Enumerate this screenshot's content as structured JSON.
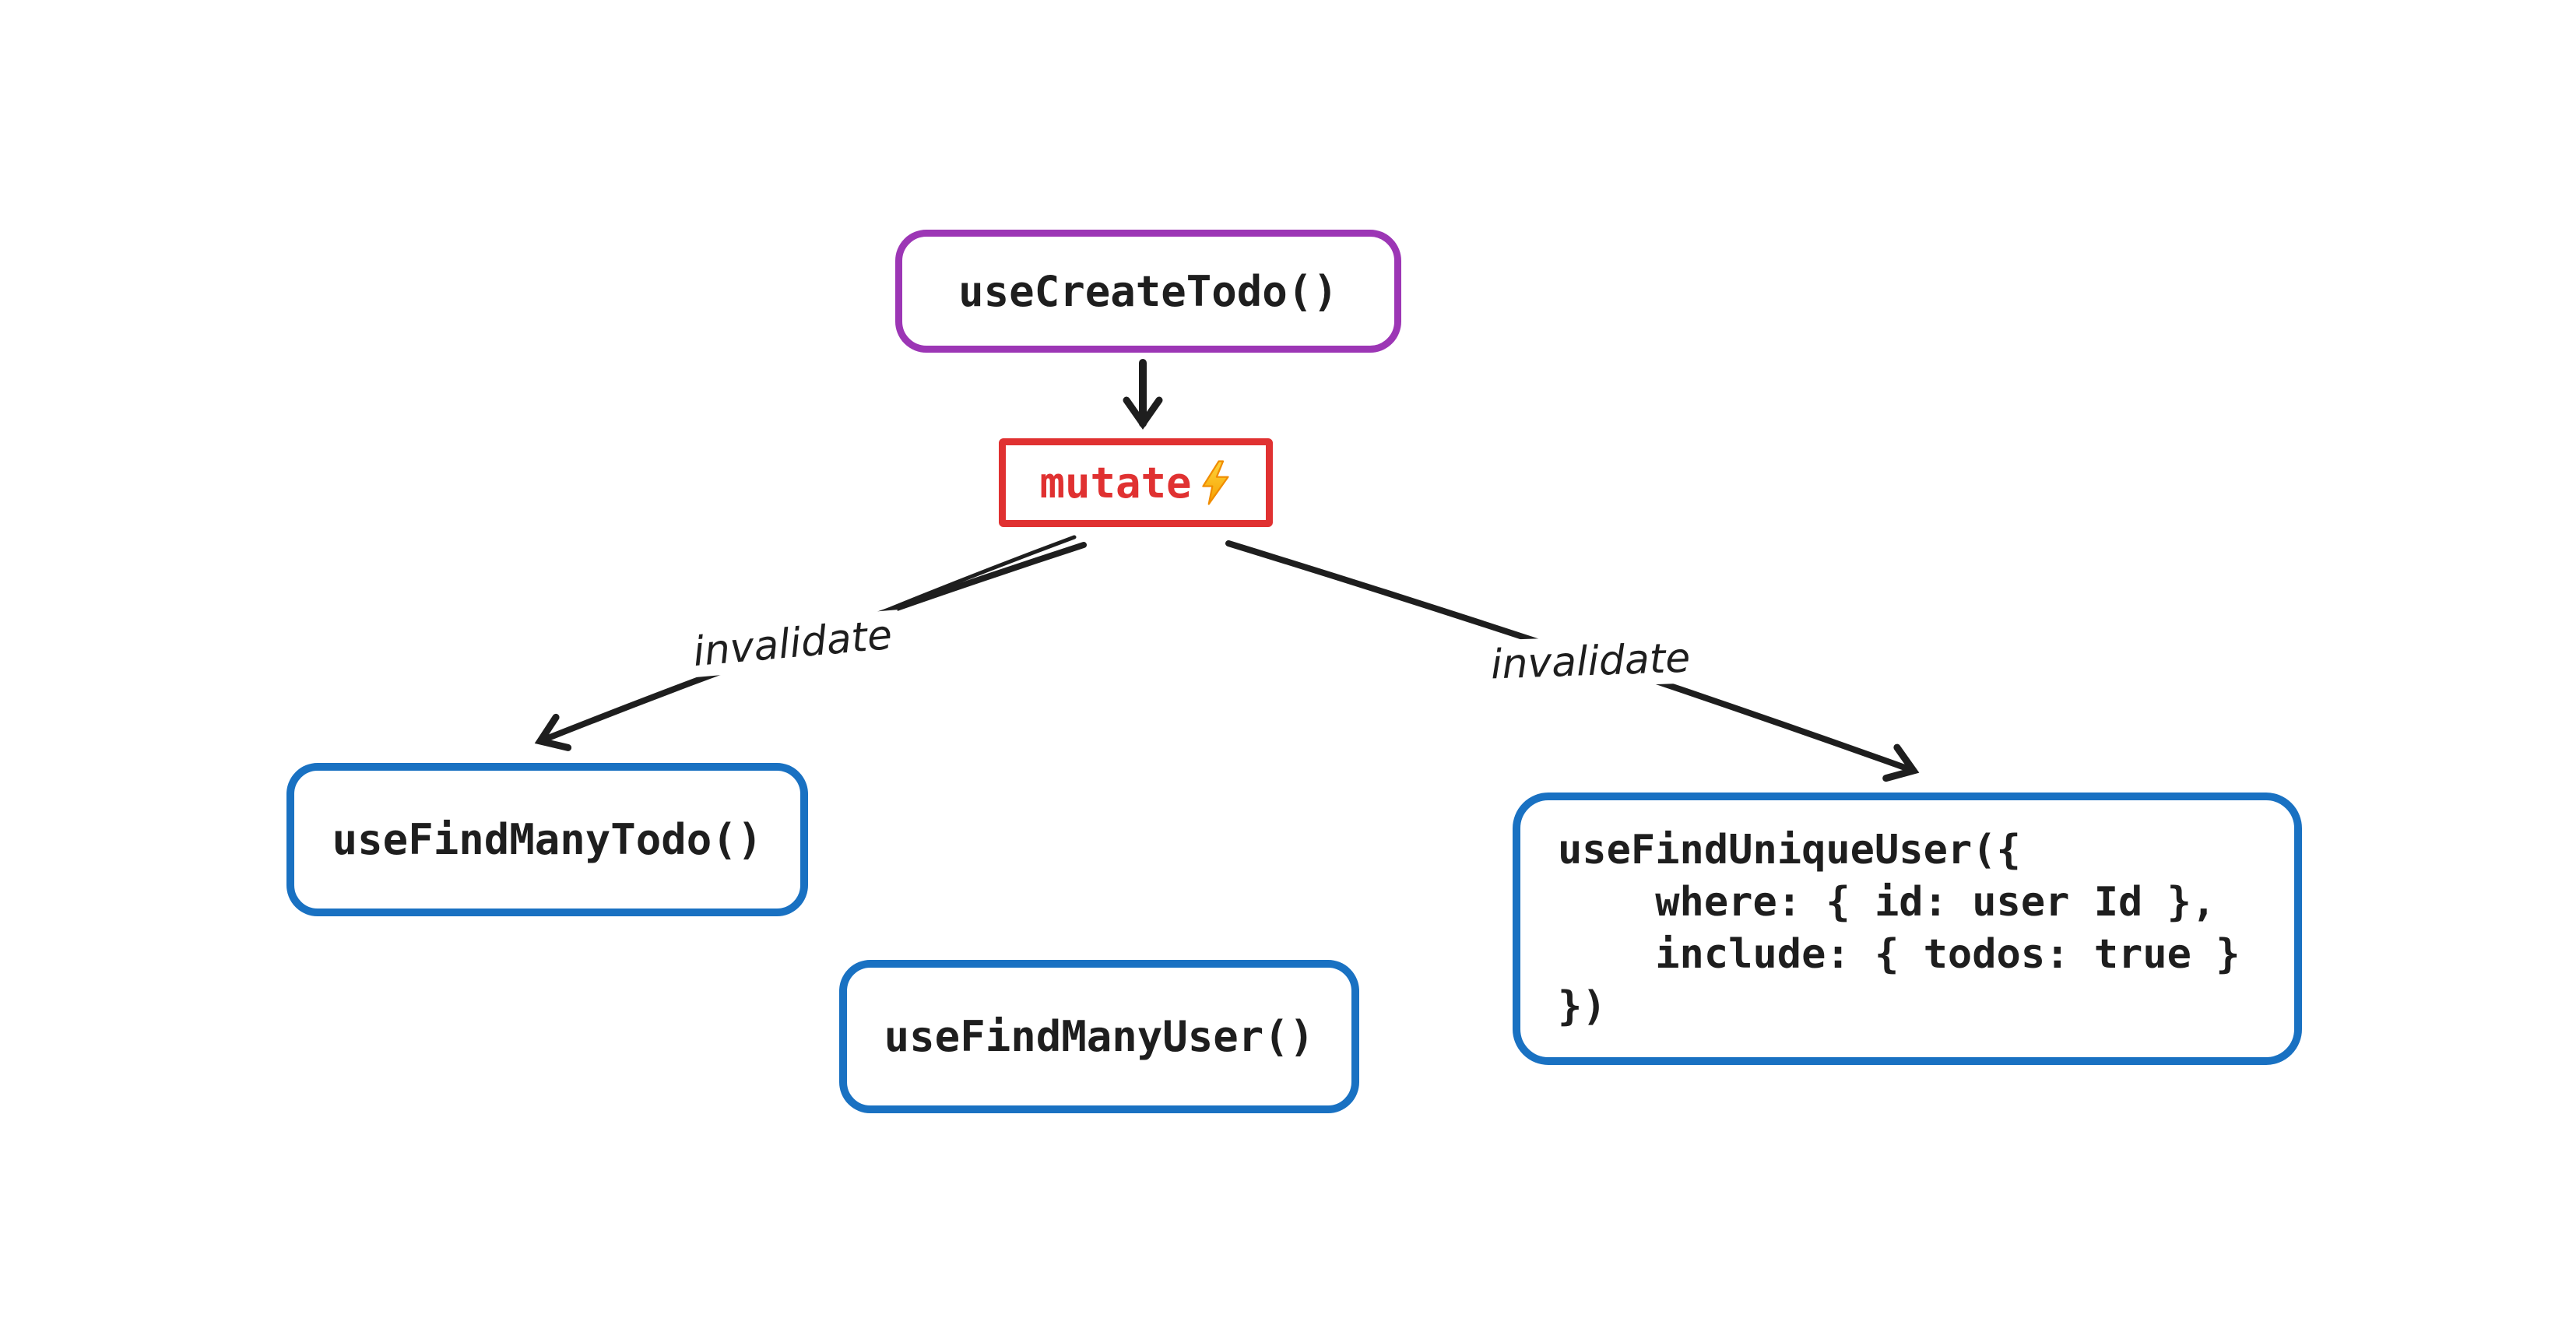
{
  "diagram": {
    "background_color": "#ffffff",
    "nodes": {
      "use_create_todo": {
        "label": "useCreateTodo()",
        "border_color": "#9c36b5",
        "text_color": "#1e1e1e",
        "shape": "rounded-rectangle"
      },
      "mutate": {
        "label": "mutate",
        "icon": "lightning-icon",
        "border_color": "#e03131",
        "text_color": "#e03131",
        "shape": "rectangle"
      },
      "use_find_many_todo": {
        "label": "useFindManyTodo()",
        "border_color": "#1971c2",
        "text_color": "#1e1e1e",
        "shape": "rounded-rectangle"
      },
      "use_find_many_user": {
        "label": "useFindManyUser()",
        "border_color": "#1971c2",
        "text_color": "#1e1e1e",
        "shape": "rounded-rectangle"
      },
      "use_find_unique_user": {
        "border_color": "#1971c2",
        "text_color": "#1e1e1e",
        "shape": "rounded-rectangle",
        "code_lines": [
          "useFindUniqueUser({",
          "    where: { id: user Id },",
          "    include: { todos: true }",
          "})"
        ]
      }
    },
    "edges": {
      "create_to_mutate": {
        "from": "use_create_todo",
        "to": "mutate",
        "label": ""
      },
      "mutate_to_find_many_todo": {
        "from": "mutate",
        "to": "use_find_many_todo",
        "label": "invalidate"
      },
      "mutate_to_find_unique_user": {
        "from": "mutate",
        "to": "use_find_unique_user",
        "label": "invalidate"
      }
    },
    "colors": {
      "ink": "#1e1e1e",
      "purple": "#9c36b5",
      "red": "#e03131",
      "blue": "#1971c2",
      "bolt_fill_top": "#ffd43b",
      "bolt_fill_bottom": "#f59f00",
      "bolt_stroke": "#f08c00"
    }
  }
}
